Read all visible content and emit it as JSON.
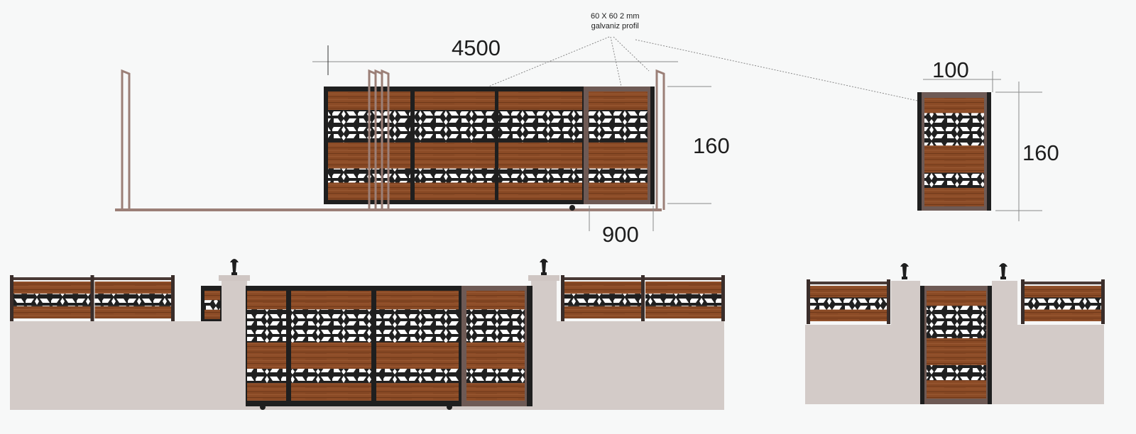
{
  "labels": {
    "width_main": "4500",
    "height_main": "160",
    "leaf_width": "900",
    "door_width": "100",
    "door_height": "160",
    "profile_note_line1": "60 X 60 2 mm",
    "profile_note_line2": "galvaniz profil"
  },
  "colors": {
    "wood": "#8b4b26",
    "frame_dark": "#1f1f1f",
    "frame_brown": "#6e5a55",
    "post": "#9b7f77",
    "wall": "#d3cbc8"
  }
}
